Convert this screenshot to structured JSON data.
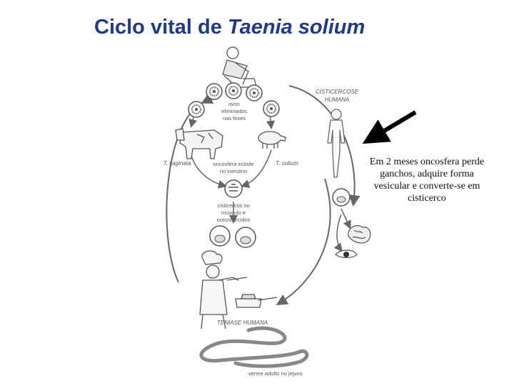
{
  "title": {
    "prefix": "Ciclo vital de ",
    "species": "Taenia solium"
  },
  "labels": {
    "eggs": [
      "ovos",
      "eliminados",
      "nas fezes"
    ],
    "human_cysticercosis": [
      "CISTICERCOSE",
      "HUMANA"
    ],
    "t_saginata": "T. saginata",
    "t_solium": "T. solium",
    "oncosphere": [
      "oncosfera eclode",
      "no intestino"
    ],
    "cysticerci": [
      "cisticercos no",
      "músculo e",
      "outros tecidos"
    ],
    "human_taeniasis": "TENÍASE HUMANA",
    "adult_worm": "verme adulto no jejuno"
  },
  "callout": {
    "text": "Em 2 meses oncosfera perde ganchos, adquire forma vesicular e converte-se em cisticerco"
  },
  "colors": {
    "title": "#1f3a8a",
    "line": "#666666",
    "arrow": "#000000"
  }
}
